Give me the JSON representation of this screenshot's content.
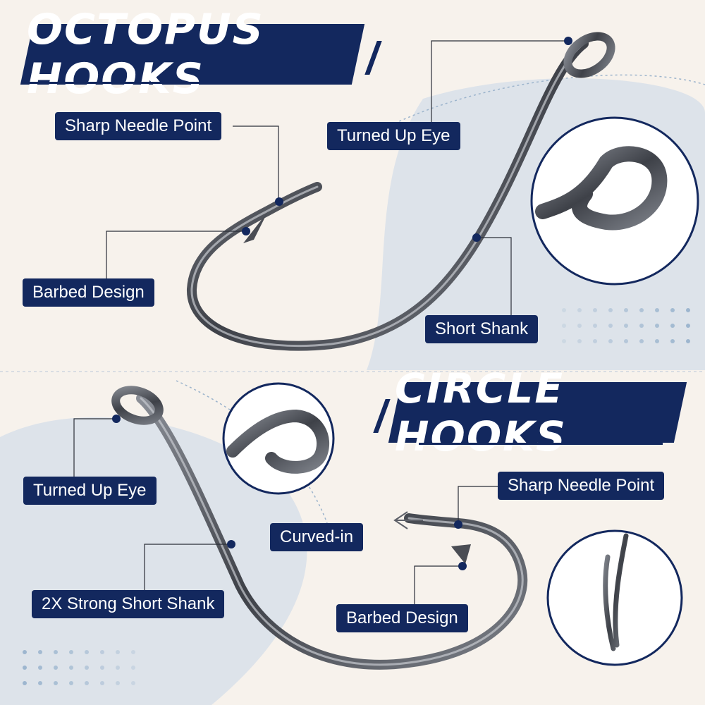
{
  "top_section": {
    "title": "OCTOPUS HOOKS",
    "labels": {
      "sharp_point": "Sharp Needle Point",
      "turned_eye": "Turned Up Eye",
      "barbed": "Barbed Design",
      "short_shank": "Short Shank"
    }
  },
  "bottom_section": {
    "title": "CIRCLE HOOKS",
    "labels": {
      "turned_eye": "Turned Up Eye",
      "sharp_point": "Sharp Needle Point",
      "curved_in": "Curved-in",
      "strong_shank": "2X Strong Short Shank",
      "barbed": "Barbed Design"
    }
  },
  "colors": {
    "navy": "#13285e",
    "cream": "#f7f2ec",
    "light_blue": "#d9e1ea",
    "steel": "#5d6068"
  }
}
